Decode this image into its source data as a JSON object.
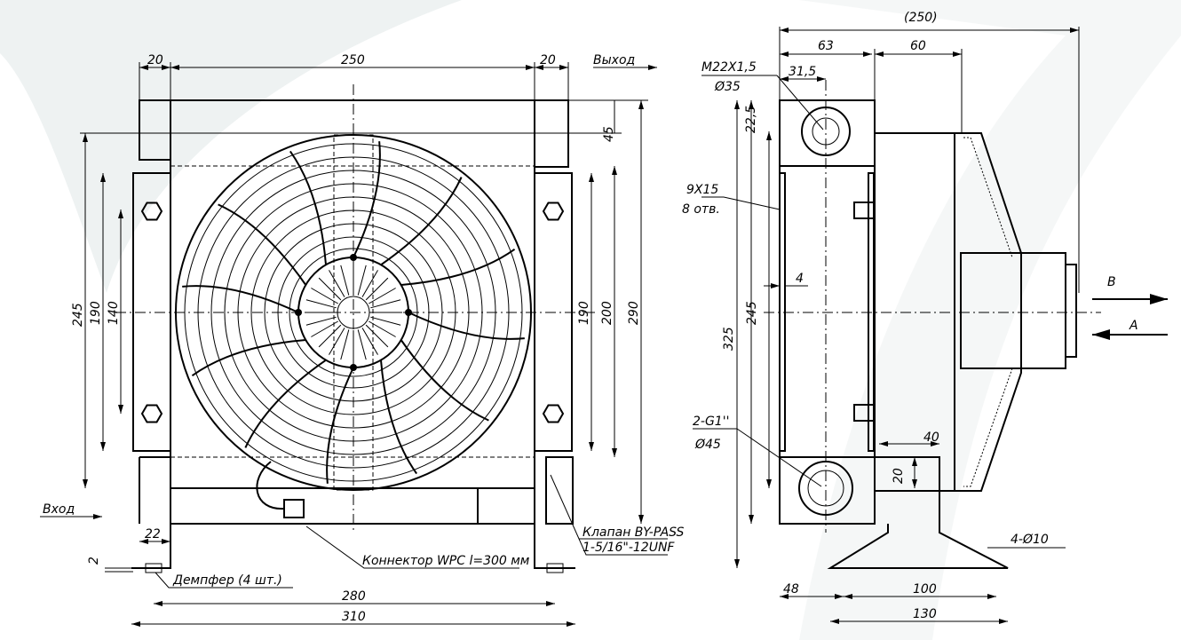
{
  "front_view": {
    "dim_left_inlet_width": "20",
    "dim_core_width": "250",
    "dim_right_width": "20",
    "outlet_label": "Выход",
    "dim_top_tank": "45",
    "dim_left_245": "245",
    "dim_left_190": "190",
    "dim_left_140": "140",
    "dim_right_190": "190",
    "dim_right_200": "200",
    "dim_right_290": "290",
    "inlet_label": "Вход",
    "dim_foot_22": "22",
    "dim_foot_2": "2",
    "damper_label": "Демпфер (4 шт.)",
    "dim_280": "280",
    "dim_310": "310",
    "connector_label": "Коннектор WPC l=300 мм",
    "bypass_label": "Клапан BY-PASS",
    "bypass_thread": "1-5/16\"-12UNF"
  },
  "side_view": {
    "dim_overall": "(250)",
    "dim_63": "63",
    "dim_60": "60",
    "port_thread": "M22X1,5",
    "port_diameter": "Ø35",
    "dim_31_5": "31,5",
    "dim_22_5": "22,5",
    "slot_size": "9X15",
    "slot_count": "8 отв.",
    "dim_4": "4",
    "dim_245": "245",
    "dim_325": "325",
    "flow_b": "B",
    "flow_a": "A",
    "lower_port_thread": "2-G1''",
    "lower_port_diameter": "Ø45",
    "dim_40": "40",
    "dim_20": "20",
    "mount_holes": "4-Ø10",
    "dim_48": "48",
    "dim_100": "100",
    "dim_130": "130"
  }
}
